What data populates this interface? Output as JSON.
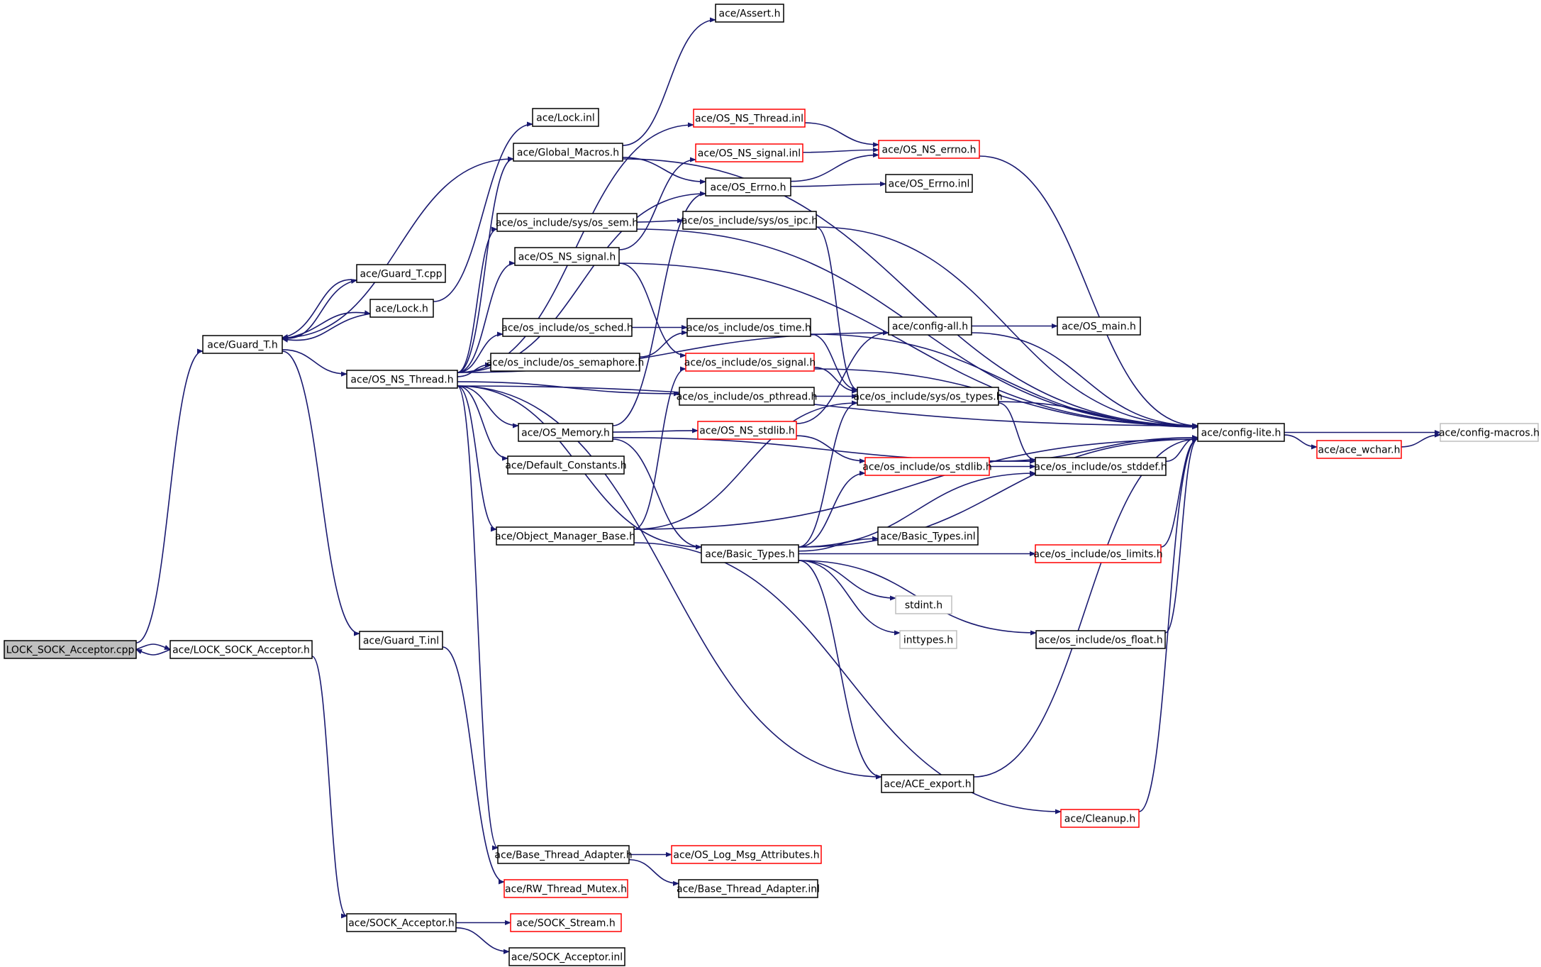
{
  "diagram": {
    "colors": {
      "edge": "#191970",
      "node_border_default": "#000000",
      "node_border_truncated": "#ff0000",
      "node_border_external": "#bfbfbf",
      "node_fill_root": "#bfbfbf",
      "node_fill_default": "#ffffff"
    },
    "nodes": [
      {
        "id": "lock_sock_acceptor_cpp",
        "label": "LOCK_SOCK_Acceptor.cpp",
        "style": "root"
      },
      {
        "id": "lock_sock_acceptor_h",
        "label": "ace/LOCK_SOCK_Acceptor.h",
        "style": "normal"
      },
      {
        "id": "guard_t_h",
        "label": "ace/Guard_T.h",
        "style": "normal"
      },
      {
        "id": "guard_t_cpp",
        "label": "ace/Guard_T.cpp",
        "style": "normal"
      },
      {
        "id": "lock_h",
        "label": "ace/Lock.h",
        "style": "normal"
      },
      {
        "id": "guard_t_inl",
        "label": "ace/Guard_T.inl",
        "style": "normal"
      },
      {
        "id": "sock_acceptor_h",
        "label": "ace/SOCK_Acceptor.h",
        "style": "normal"
      },
      {
        "id": "sock_stream_h",
        "label": "ace/SOCK_Stream.h",
        "style": "truncated"
      },
      {
        "id": "sock_acceptor_inl",
        "label": "ace/SOCK_Acceptor.inl",
        "style": "normal"
      },
      {
        "id": "os_ns_thread_h",
        "label": "ace/OS_NS_Thread.h",
        "style": "normal"
      },
      {
        "id": "lock_inl",
        "label": "ace/Lock.inl",
        "style": "normal"
      },
      {
        "id": "global_macros_h",
        "label": "ace/Global_Macros.h",
        "style": "normal"
      },
      {
        "id": "assert_h",
        "label": "ace/Assert.h",
        "style": "normal"
      },
      {
        "id": "os_ns_thread_inl",
        "label": "ace/OS_NS_Thread.inl",
        "style": "truncated"
      },
      {
        "id": "os_ns_signal_inl",
        "label": "ace/OS_NS_signal.inl",
        "style": "truncated"
      },
      {
        "id": "os_ns_errno_h",
        "label": "ace/OS_NS_errno.h",
        "style": "truncated"
      },
      {
        "id": "os_errno_h",
        "label": "ace/OS_Errno.h",
        "style": "normal"
      },
      {
        "id": "os_errno_inl",
        "label": "ace/OS_Errno.inl",
        "style": "normal"
      },
      {
        "id": "sys_os_sem_h",
        "label": "ace/os_include/sys/os_sem.h",
        "style": "normal"
      },
      {
        "id": "sys_os_ipc_h",
        "label": "ace/os_include/sys/os_ipc.h",
        "style": "normal"
      },
      {
        "id": "os_ns_signal_h",
        "label": "ace/OS_NS_signal.h",
        "style": "normal"
      },
      {
        "id": "os_sched_h",
        "label": "ace/os_include/os_sched.h",
        "style": "normal"
      },
      {
        "id": "os_semaphore_h",
        "label": "ace/os_include/os_semaphore.h",
        "style": "normal"
      },
      {
        "id": "os_time_h",
        "label": "ace/os_include/os_time.h",
        "style": "normal"
      },
      {
        "id": "os_signal_h",
        "label": "ace/os_include/os_signal.h",
        "style": "truncated"
      },
      {
        "id": "os_pthread_h",
        "label": "ace/os_include/os_pthread.h",
        "style": "normal"
      },
      {
        "id": "config_all_h",
        "label": "ace/config-all.h",
        "style": "normal"
      },
      {
        "id": "os_main_h",
        "label": "ace/OS_main.h",
        "style": "normal"
      },
      {
        "id": "sys_os_types_h",
        "label": "ace/os_include/sys/os_types.h",
        "style": "normal"
      },
      {
        "id": "config_lite_h",
        "label": "ace/config-lite.h",
        "style": "normal"
      },
      {
        "id": "config_macros_h",
        "label": "ace/config-macros.h",
        "style": "external"
      },
      {
        "id": "ace_wchar_h",
        "label": "ace/ace_wchar.h",
        "style": "truncated"
      },
      {
        "id": "os_memory_h",
        "label": "ace/OS_Memory.h",
        "style": "normal"
      },
      {
        "id": "os_ns_stdlib_h",
        "label": "ace/OS_NS_stdlib.h",
        "style": "truncated"
      },
      {
        "id": "os_stdlib_h",
        "label": "ace/os_include/os_stdlib.h",
        "style": "truncated"
      },
      {
        "id": "os_stddef_h",
        "label": "ace/os_include/os_stddef.h",
        "style": "normal"
      },
      {
        "id": "default_constants_h",
        "label": "ace/Default_Constants.h",
        "style": "normal"
      },
      {
        "id": "object_manager_base_h",
        "label": "ace/Object_Manager_Base.h",
        "style": "normal"
      },
      {
        "id": "basic_types_h",
        "label": "ace/Basic_Types.h",
        "style": "normal"
      },
      {
        "id": "basic_types_inl",
        "label": "ace/Basic_Types.inl",
        "style": "normal"
      },
      {
        "id": "os_limits_h",
        "label": "ace/os_include/os_limits.h",
        "style": "truncated"
      },
      {
        "id": "stdint_h",
        "label": "stdint.h",
        "style": "external"
      },
      {
        "id": "inttypes_h",
        "label": "inttypes.h",
        "style": "external"
      },
      {
        "id": "os_float_h",
        "label": "ace/os_include/os_float.h",
        "style": "normal"
      },
      {
        "id": "ace_export_h",
        "label": "ace/ACE_export.h",
        "style": "normal"
      },
      {
        "id": "cleanup_h",
        "label": "ace/Cleanup.h",
        "style": "truncated"
      },
      {
        "id": "base_thread_adapter_h",
        "label": "ace/Base_Thread_Adapter.h",
        "style": "normal"
      },
      {
        "id": "os_log_msg_attributes_h",
        "label": "ace/OS_Log_Msg_Attributes.h",
        "style": "truncated"
      },
      {
        "id": "base_thread_adapter_inl",
        "label": "ace/Base_Thread_Adapter.inl",
        "style": "normal"
      },
      {
        "id": "rw_thread_mutex_h",
        "label": "ace/RW_Thread_Mutex.h",
        "style": "truncated"
      }
    ],
    "edges": [
      [
        "lock_sock_acceptor_cpp",
        "lock_sock_acceptor_h"
      ],
      [
        "lock_sock_acceptor_h",
        "lock_sock_acceptor_cpp"
      ],
      [
        "lock_sock_acceptor_cpp",
        "guard_t_h"
      ],
      [
        "lock_sock_acceptor_h",
        "sock_acceptor_h"
      ],
      [
        "guard_t_h",
        "guard_t_cpp"
      ],
      [
        "guard_t_cpp",
        "guard_t_h"
      ],
      [
        "guard_t_h",
        "lock_h"
      ],
      [
        "lock_h",
        "guard_t_h"
      ],
      [
        "guard_t_h",
        "os_ns_thread_h"
      ],
      [
        "guard_t_h",
        "guard_t_inl"
      ],
      [
        "guard_t_h",
        "global_macros_h"
      ],
      [
        "lock_h",
        "lock_inl"
      ],
      [
        "guard_t_inl",
        "rw_thread_mutex_h"
      ],
      [
        "sock_acceptor_h",
        "sock_stream_h"
      ],
      [
        "sock_acceptor_h",
        "sock_acceptor_inl"
      ],
      [
        "os_ns_thread_h",
        "global_macros_h"
      ],
      [
        "os_ns_thread_h",
        "sys_os_sem_h"
      ],
      [
        "os_ns_thread_h",
        "os_ns_signal_h"
      ],
      [
        "os_ns_thread_h",
        "config_all_h"
      ],
      [
        "os_ns_thread_h",
        "os_sched_h"
      ],
      [
        "os_ns_thread_h",
        "os_semaphore_h"
      ],
      [
        "os_ns_thread_h",
        "os_pthread_h"
      ],
      [
        "os_ns_thread_h",
        "os_memory_h"
      ],
      [
        "os_ns_thread_h",
        "default_constants_h"
      ],
      [
        "os_ns_thread_h",
        "object_manager_base_h"
      ],
      [
        "os_ns_thread_h",
        "basic_types_h"
      ],
      [
        "os_ns_thread_h",
        "ace_export_h"
      ],
      [
        "os_ns_thread_h",
        "base_thread_adapter_h"
      ],
      [
        "os_ns_thread_h",
        "os_ns_thread_inl"
      ],
      [
        "os_ns_thread_h",
        "os_errno_h"
      ],
      [
        "os_ns_thread_h",
        "config_lite_h"
      ],
      [
        "global_macros_h",
        "assert_h"
      ],
      [
        "global_macros_h",
        "config_lite_h"
      ],
      [
        "global_macros_h",
        "os_errno_h"
      ],
      [
        "os_ns_thread_inl",
        "os_ns_errno_h"
      ],
      [
        "os_ns_signal_inl",
        "os_ns_errno_h"
      ],
      [
        "os_errno_h",
        "os_ns_errno_h"
      ],
      [
        "os_errno_h",
        "os_errno_inl"
      ],
      [
        "os_ns_errno_h",
        "config_lite_h"
      ],
      [
        "sys_os_sem_h",
        "sys_os_ipc_h"
      ],
      [
        "sys_os_sem_h",
        "config_lite_h"
      ],
      [
        "sys_os_ipc_h",
        "config_lite_h"
      ],
      [
        "sys_os_ipc_h",
        "sys_os_types_h"
      ],
      [
        "os_ns_signal_h",
        "os_ns_signal_inl"
      ],
      [
        "os_ns_signal_h",
        "os_signal_h"
      ],
      [
        "os_ns_signal_h",
        "config_lite_h"
      ],
      [
        "os_sched_h",
        "os_time_h"
      ],
      [
        "os_semaphore_h",
        "os_time_h"
      ],
      [
        "os_time_h",
        "sys_os_types_h"
      ],
      [
        "os_time_h",
        "config_lite_h"
      ],
      [
        "os_signal_h",
        "sys_os_types_h"
      ],
      [
        "os_signal_h",
        "config_lite_h"
      ],
      [
        "os_pthread_h",
        "sys_os_types_h"
      ],
      [
        "config_all_h",
        "os_main_h"
      ],
      [
        "config_all_h",
        "config_lite_h"
      ],
      [
        "sys_os_types_h",
        "config_lite_h"
      ],
      [
        "sys_os_types_h",
        "os_stddef_h"
      ],
      [
        "config_lite_h",
        "config_macros_h"
      ],
      [
        "config_lite_h",
        "ace_wchar_h"
      ],
      [
        "ace_wchar_h",
        "config_macros_h"
      ],
      [
        "os_memory_h",
        "os_ns_stdlib_h"
      ],
      [
        "os_memory_h",
        "os_stddef_h"
      ],
      [
        "os_memory_h",
        "basic_types_h"
      ],
      [
        "os_memory_h",
        "os_errno_h"
      ],
      [
        "os_ns_stdlib_h",
        "os_stdlib_h"
      ],
      [
        "os_ns_stdlib_h",
        "config_all_h"
      ],
      [
        "os_stdlib_h",
        "os_stddef_h"
      ],
      [
        "os_stdlib_h",
        "config_lite_h"
      ],
      [
        "os_stddef_h",
        "config_lite_h"
      ],
      [
        "object_manager_base_h",
        "sys_os_types_h"
      ],
      [
        "object_manager_base_h",
        "cleanup_h"
      ],
      [
        "object_manager_base_h",
        "config_lite_h"
      ],
      [
        "object_manager_base_h",
        "os_signal_h"
      ],
      [
        "basic_types_h",
        "basic_types_inl"
      ],
      [
        "basic_types_h",
        "os_limits_h"
      ],
      [
        "basic_types_h",
        "stdint_h"
      ],
      [
        "basic_types_h",
        "inttypes_h"
      ],
      [
        "basic_types_h",
        "os_float_h"
      ],
      [
        "basic_types_h",
        "ace_export_h"
      ],
      [
        "basic_types_h",
        "config_lite_h"
      ],
      [
        "basic_types_h",
        "sys_os_types_h"
      ],
      [
        "basic_types_h",
        "os_stdlib_h"
      ],
      [
        "basic_types_h",
        "os_stddef_h"
      ],
      [
        "os_limits_h",
        "config_lite_h"
      ],
      [
        "os_float_h",
        "config_lite_h"
      ],
      [
        "ace_export_h",
        "config_lite_h"
      ],
      [
        "cleanup_h",
        "config_lite_h"
      ],
      [
        "base_thread_adapter_h",
        "os_log_msg_attributes_h"
      ],
      [
        "base_thread_adapter_h",
        "base_thread_adapter_inl"
      ]
    ]
  }
}
